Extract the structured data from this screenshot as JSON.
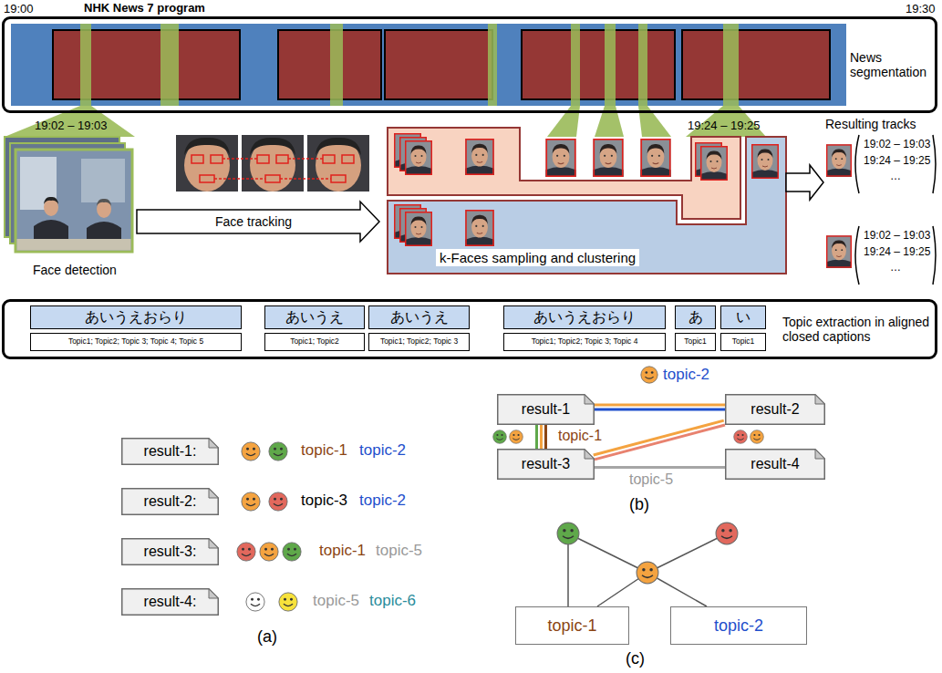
{
  "diagram": {
    "nodes": [
      {
        "text": [
          "News segmentation"
        ]
      },
      {
        "text": [
          "Topic extraction in aligned closed captions"
        ]
      },
      {
        "text": [
          "あいうえおらり"
        ],
        "in": 1
      },
      {
        "text": [
          "あいうえ"
        ],
        "in": 1
      },
      {
        "text": [
          "あいうえ"
        ],
        "in": 1
      },
      {
        "text": [
          "あいうえおらり"
        ],
        "in": 1
      },
      {
        "text": [
          "あ"
        ],
        "in": 1
      },
      {
        "text": [
          "い"
        ],
        "in": 1
      },
      {
        "text": [
          "Topic1; Topic2; Topic 3; Topic 4; Topic 5"
        ],
        "in": 1
      },
      {
        "text": [
          "Topic1; Topic2"
        ],
        "in": 1
      },
      {
        "text": [
          "Topic1; Topic2; Topic 3"
        ],
        "in": 1
      },
      {
        "text": [
          "Topic1; Topic2; Topic 3; Topic 4"
        ],
        "in": 1
      },
      {
        "text": [
          "Topic1"
        ],
        "in": 1
      },
      {
        "text": [
          "Topic1"
        ],
        "in": 1
      },
      {
        "text": [
          "result-1:"
        ]
      },
      {
        "text": [
          "result-2:"
        ]
      },
      {
        "text": [
          "result-3:"
        ]
      },
      {
        "text": [
          "result-4:"
        ]
      },
      {
        "text": [
          "result-1"
        ]
      },
      {
        "text": [
          "result-2"
        ]
      },
      {
        "text": [
          "result-3"
        ]
      },
      {
        "text": [
          "result-4"
        ]
      },
      {
        "text": [
          "topic-1"
        ]
      },
      {
        "text": [
          "topic-2"
        ]
      }
    ],
    "edges": [
      {
        "from": 18,
        "to": 19,
        "arrow": "none",
        "label": "topic-2"
      },
      {
        "from": 18,
        "to": 20,
        "arrow": "none",
        "label": "topic-1"
      },
      {
        "from": 19,
        "to": 20,
        "arrow": "none"
      },
      {
        "from": 20,
        "to": 21,
        "arrow": "none",
        "label": "topic-5"
      }
    ],
    "labels": [
      "19:00",
      "NHK News 7 program",
      "19:30",
      "19:02 – 19:03",
      "19:24 – 19:25",
      "Resulting tracks",
      "Face detection",
      "Face tracking",
      "k-Faces sampling and clustering",
      "19:02 – 19:03",
      "19:24 – 19:25",
      "…",
      "19:02 – 19:03",
      "19:24 – 19:25",
      "…",
      "topic-1",
      "topic-2",
      "topic-3",
      "topic-2",
      "topic-1",
      "topic-5",
      "topic-5",
      "topic-6",
      "(a)",
      "(b)",
      "(c)"
    ]
  }
}
